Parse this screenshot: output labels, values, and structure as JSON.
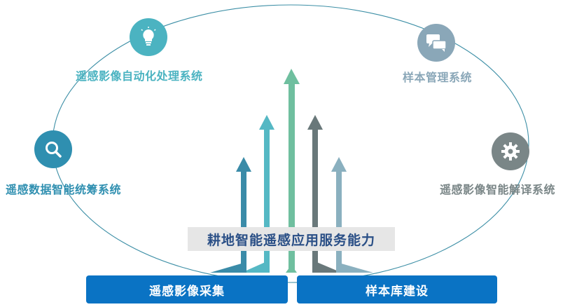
{
  "diagram": {
    "center_label": "耕地智能遥感应用服务能力",
    "systems": [
      {
        "label": "遥感影像自动化处理系统",
        "icon": "lightbulb-icon",
        "color": "#4bb3c1"
      },
      {
        "label": "样本管理系统",
        "icon": "chat-bubbles-icon",
        "color": "#8aa7b8"
      },
      {
        "label": "遥感数据智能统筹系统",
        "icon": "search-icon",
        "color": "#2f8fb0"
      },
      {
        "label": "遥感影像智能解译系统",
        "icon": "gear-icon",
        "color": "#7a8687"
      }
    ],
    "foundations": [
      {
        "label": "遥感影像采集"
      },
      {
        "label": "样本库建设"
      }
    ],
    "arrow_colors": [
      "#3a8ba8",
      "#55b8c4",
      "#6fbf9f",
      "#69787a",
      "#8ab0bf"
    ]
  }
}
